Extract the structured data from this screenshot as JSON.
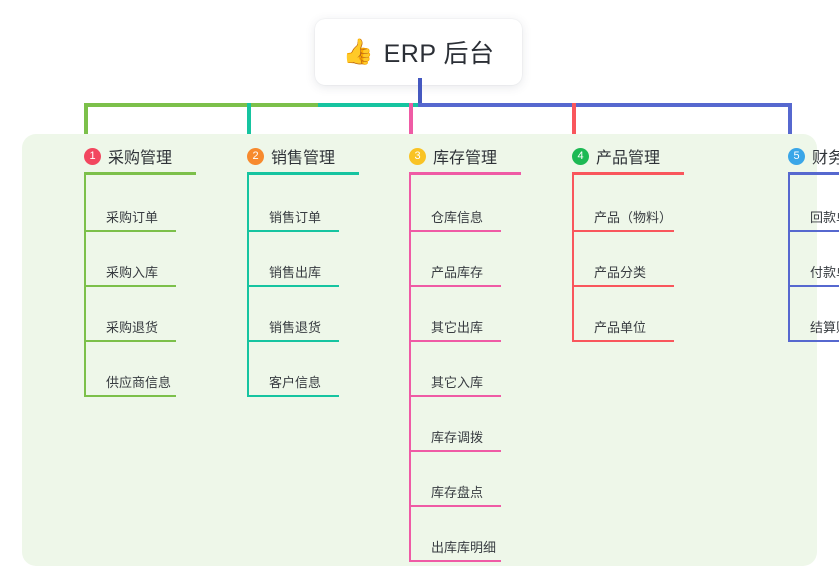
{
  "root": {
    "icon": "thumbs-up-icon",
    "emoji": "👍",
    "title": "ERP 后台"
  },
  "palette": {
    "panel_bg": "#eef7e9",
    "card_bg": "#ffffff",
    "trunk": "#4558c0",
    "col1": "#7cc04a",
    "col2": "#16c4a0",
    "col3": "#ef5ba5",
    "col4": "#f9565c",
    "col5": "#5668cf",
    "badge1": "#f2475f",
    "badge2": "#f78a2e",
    "badge3": "#f9c324",
    "badge4": "#1db954",
    "badge5": "#3aa6e8",
    "text": "#2f3338"
  },
  "columns": [
    {
      "number": "1",
      "title": "采购管理",
      "badge_color": "#f2475f",
      "line_color": "#7cc04a",
      "head_rule_width": 112,
      "leaf_rule_width": 92,
      "items": [
        "采购订单",
        "采购入库",
        "采购退货",
        "供应商信息"
      ]
    },
    {
      "number": "2",
      "title": "销售管理",
      "badge_color": "#f78a2e",
      "line_color": "#16c4a0",
      "head_rule_width": 112,
      "leaf_rule_width": 92,
      "items": [
        "销售订单",
        "销售出库",
        "销售退货",
        "客户信息"
      ]
    },
    {
      "number": "3",
      "title": "库存管理",
      "badge_color": "#f9c324",
      "line_color": "#ef5ba5",
      "head_rule_width": 112,
      "leaf_rule_width": 92,
      "items": [
        "仓库信息",
        "产品库存",
        "其它出库",
        "其它入库",
        "库存调拨",
        "库存盘点",
        "出库库明细"
      ]
    },
    {
      "number": "4",
      "title": "产品管理",
      "badge_color": "#1db954",
      "line_color": "#f9565c",
      "head_rule_width": 112,
      "leaf_rule_width": 102,
      "items": [
        "产品（物料）",
        "产品分类",
        "产品单位"
      ]
    },
    {
      "number": "5",
      "title": "财务管理",
      "badge_color": "#3aa6e8",
      "line_color": "#5668cf",
      "head_rule_width": 112,
      "leaf_rule_width": 92,
      "items": [
        "回款单",
        "付款单",
        "结算账户"
      ]
    }
  ]
}
